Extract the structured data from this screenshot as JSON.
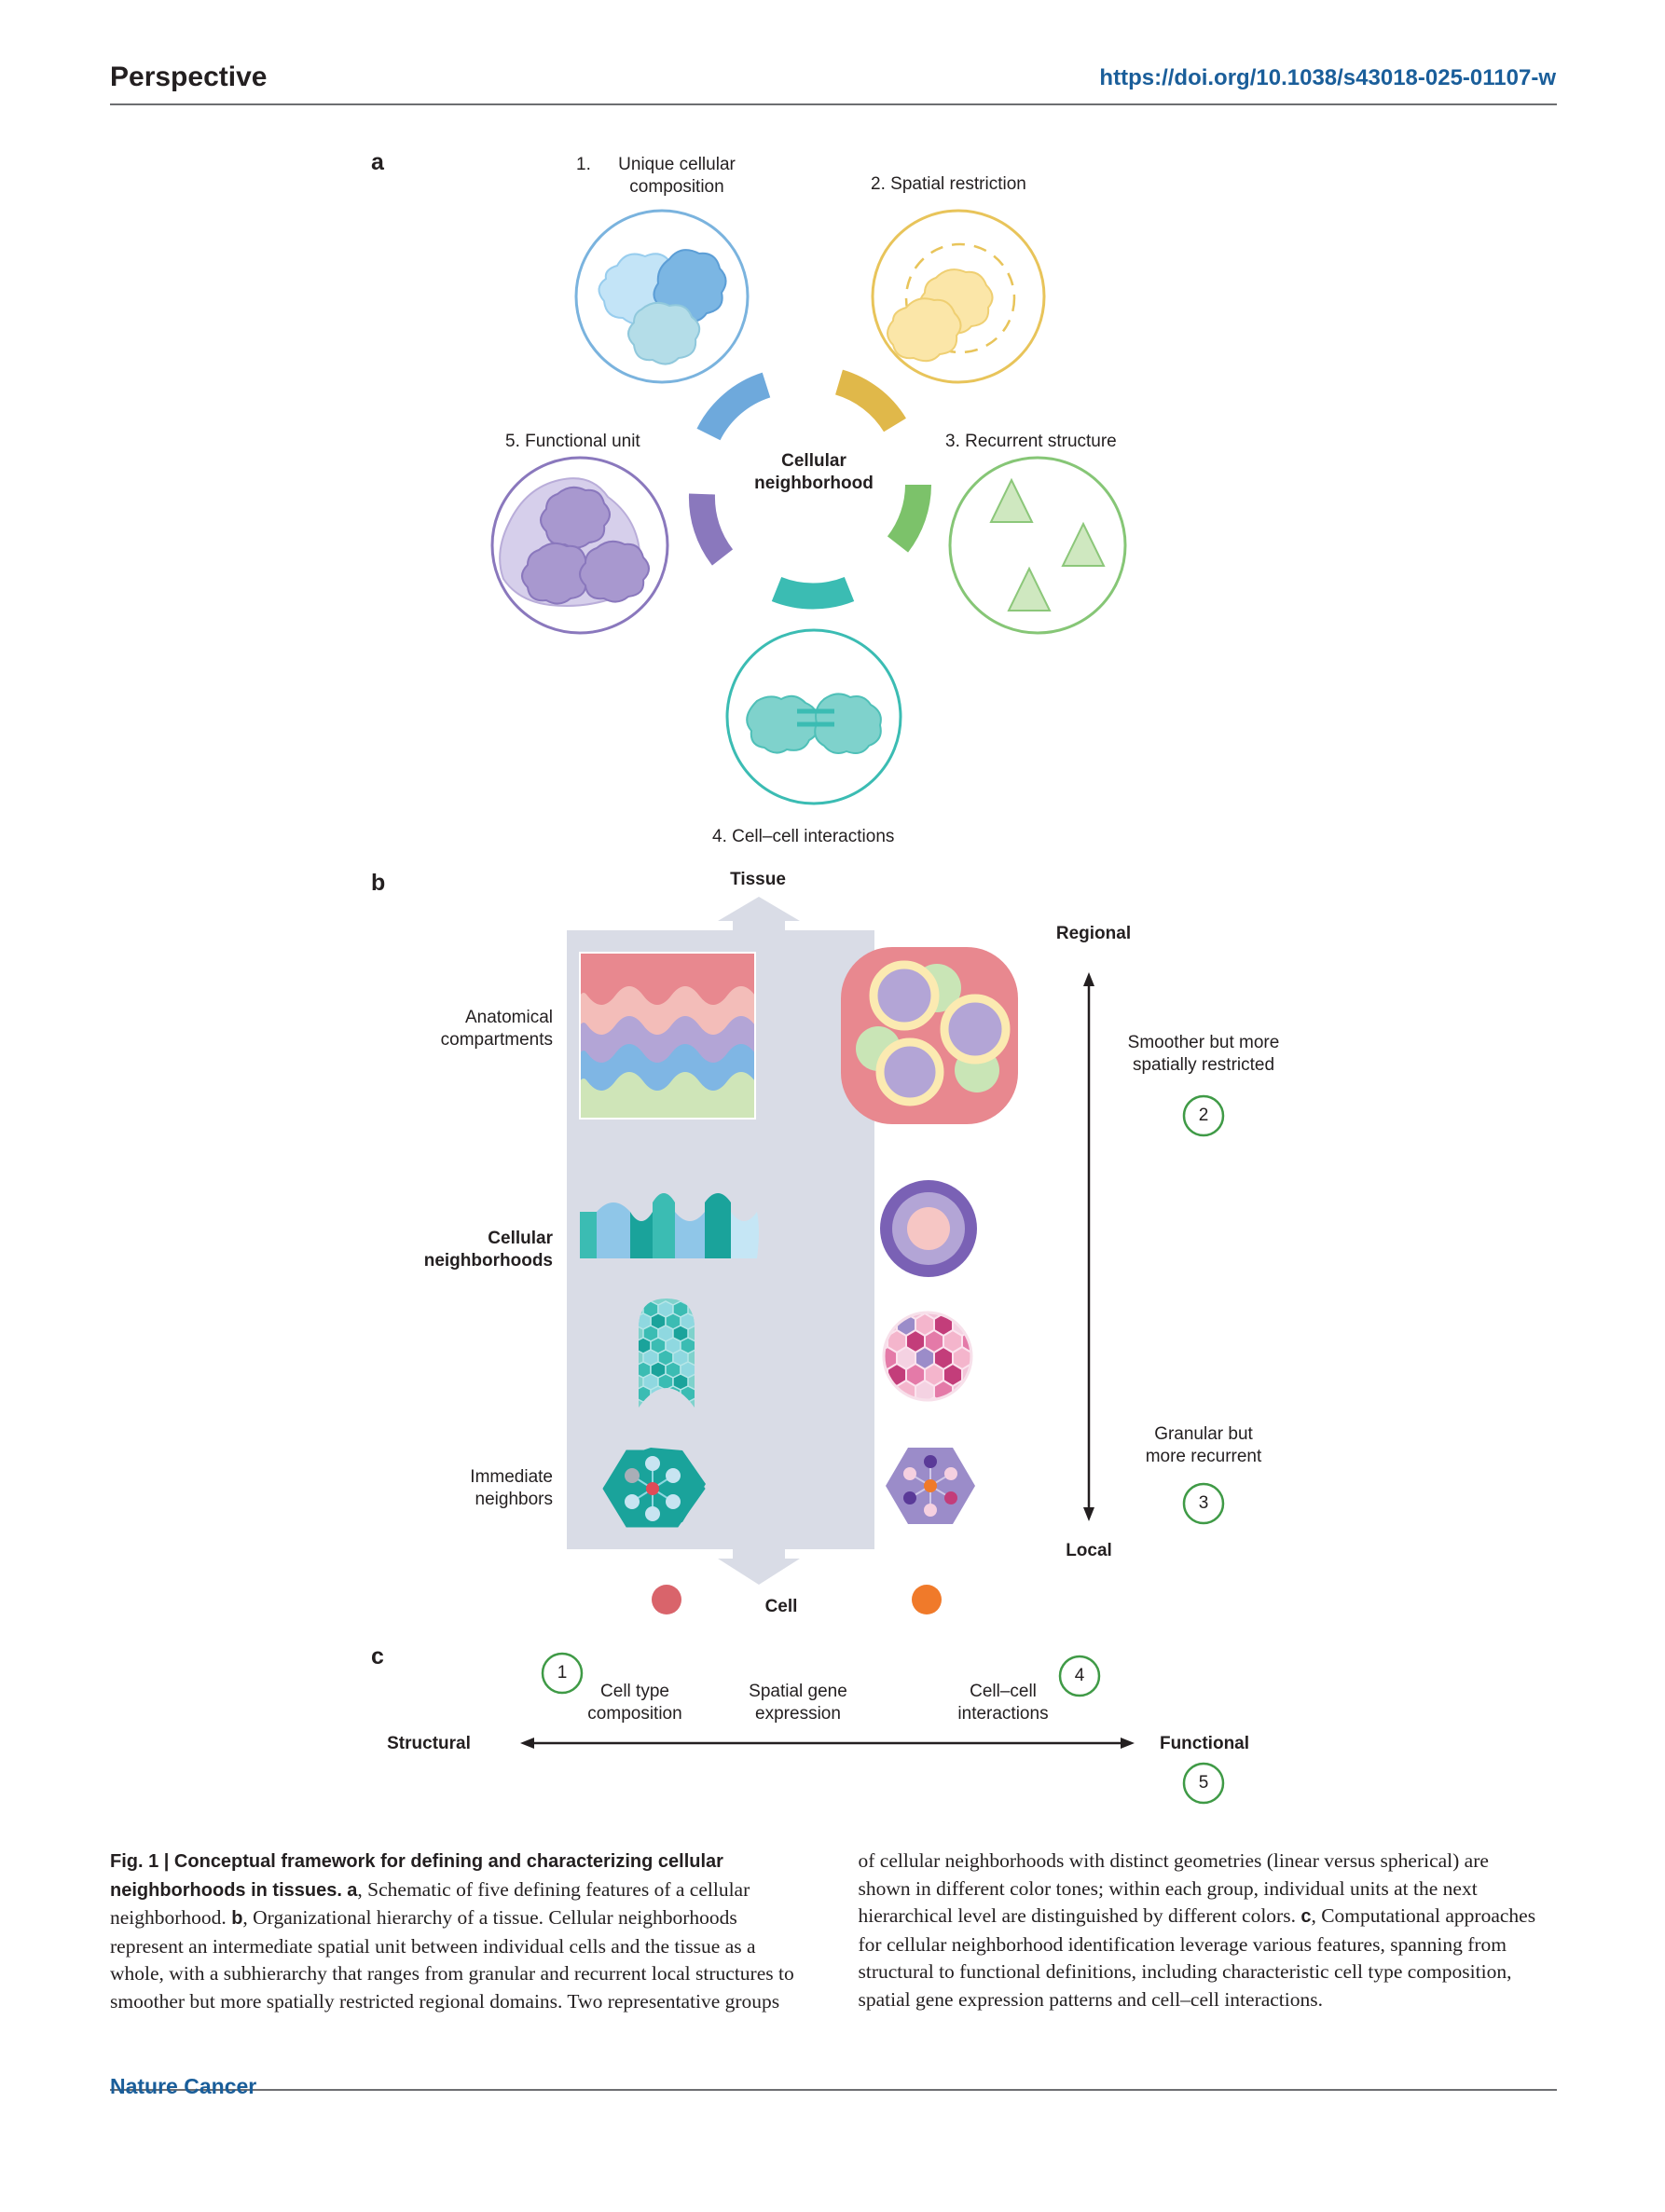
{
  "header": {
    "section": "Perspective",
    "doi": "https://doi.org/10.1038/s43018-025-01107-w"
  },
  "panel_a": {
    "letter": "a",
    "center_label": "Cellular\nneighborhood",
    "features": [
      {
        "num": "1.",
        "label": "Unique cellular\ncomposition",
        "color": "#6ea9dc",
        "icon": "cell-cluster-icon"
      },
      {
        "num": "2.",
        "label": "Spatial restriction",
        "color": "#e8c45a",
        "icon": "restricted-cells-icon"
      },
      {
        "num": "3.",
        "label": "Recurrent structure",
        "color": "#7cc26a",
        "icon": "triangles-icon"
      },
      {
        "num": "4.",
        "label": "Cell–cell interactions",
        "color": "#3bbcb3",
        "icon": "interacting-cells-icon"
      },
      {
        "num": "5.",
        "label": "Functional unit",
        "color": "#8a78bd",
        "icon": "functional-unit-icon"
      }
    ]
  },
  "panel_b": {
    "letter": "b",
    "top_label": "Tissue",
    "bottom_label": "Cell",
    "row_labels": {
      "anatomical": "Anatomical\ncompartments",
      "neighborhoods": "Cellular\nneighborhoods",
      "immediate": "Immediate\nneighbors"
    },
    "scale": {
      "top": "Regional",
      "bottom": "Local",
      "upper_desc": "Smoother but more\nspatially restricted",
      "upper_num": "2",
      "lower_desc": "Granular but\nmore recurrent",
      "lower_num": "3"
    },
    "cell_colors": [
      "#d9646b",
      "#f07a2a"
    ]
  },
  "panel_c": {
    "letter": "c",
    "left_label": "Structural",
    "right_label": "Functional",
    "items": [
      {
        "text": "Cell type\ncomposition",
        "num": "1"
      },
      {
        "text": "Spatial gene\nexpression",
        "num": ""
      },
      {
        "text": "Cell–cell\ninteractions",
        "num": "4"
      }
    ],
    "functional_num": "5"
  },
  "caption": {
    "fig_label": "Fig. 1 | Conceptual framework for defining and characterizing cellular neighborhoods in tissues.",
    "a_key": "a",
    "a_text": ", Schematic of five defining features of a cellular neighborhood.",
    "b_key": "b",
    "b_text": ", Organizational hierarchy of a tissue. Cellular neighborhoods represent an intermediate spatial unit between individual cells and the tissue as a whole, with a subhierarchy that ranges from granular and recurrent local structures to smoother but more spatially restricted regional domains. Two representative groups of cellular neighborhoods with distinct geometries (linear versus spherical) are shown in different color tones; within each group, individual units at the next hierarchical level are distinguished by different colors.",
    "c_key": "c",
    "c_text": ", Computational approaches for cellular neighborhood identification leverage various features, spanning from structural to functional definitions, including characteristic cell type composition, spatial gene expression patterns and cell–cell interactions."
  },
  "footer": {
    "journal": "Nature Cancer"
  }
}
